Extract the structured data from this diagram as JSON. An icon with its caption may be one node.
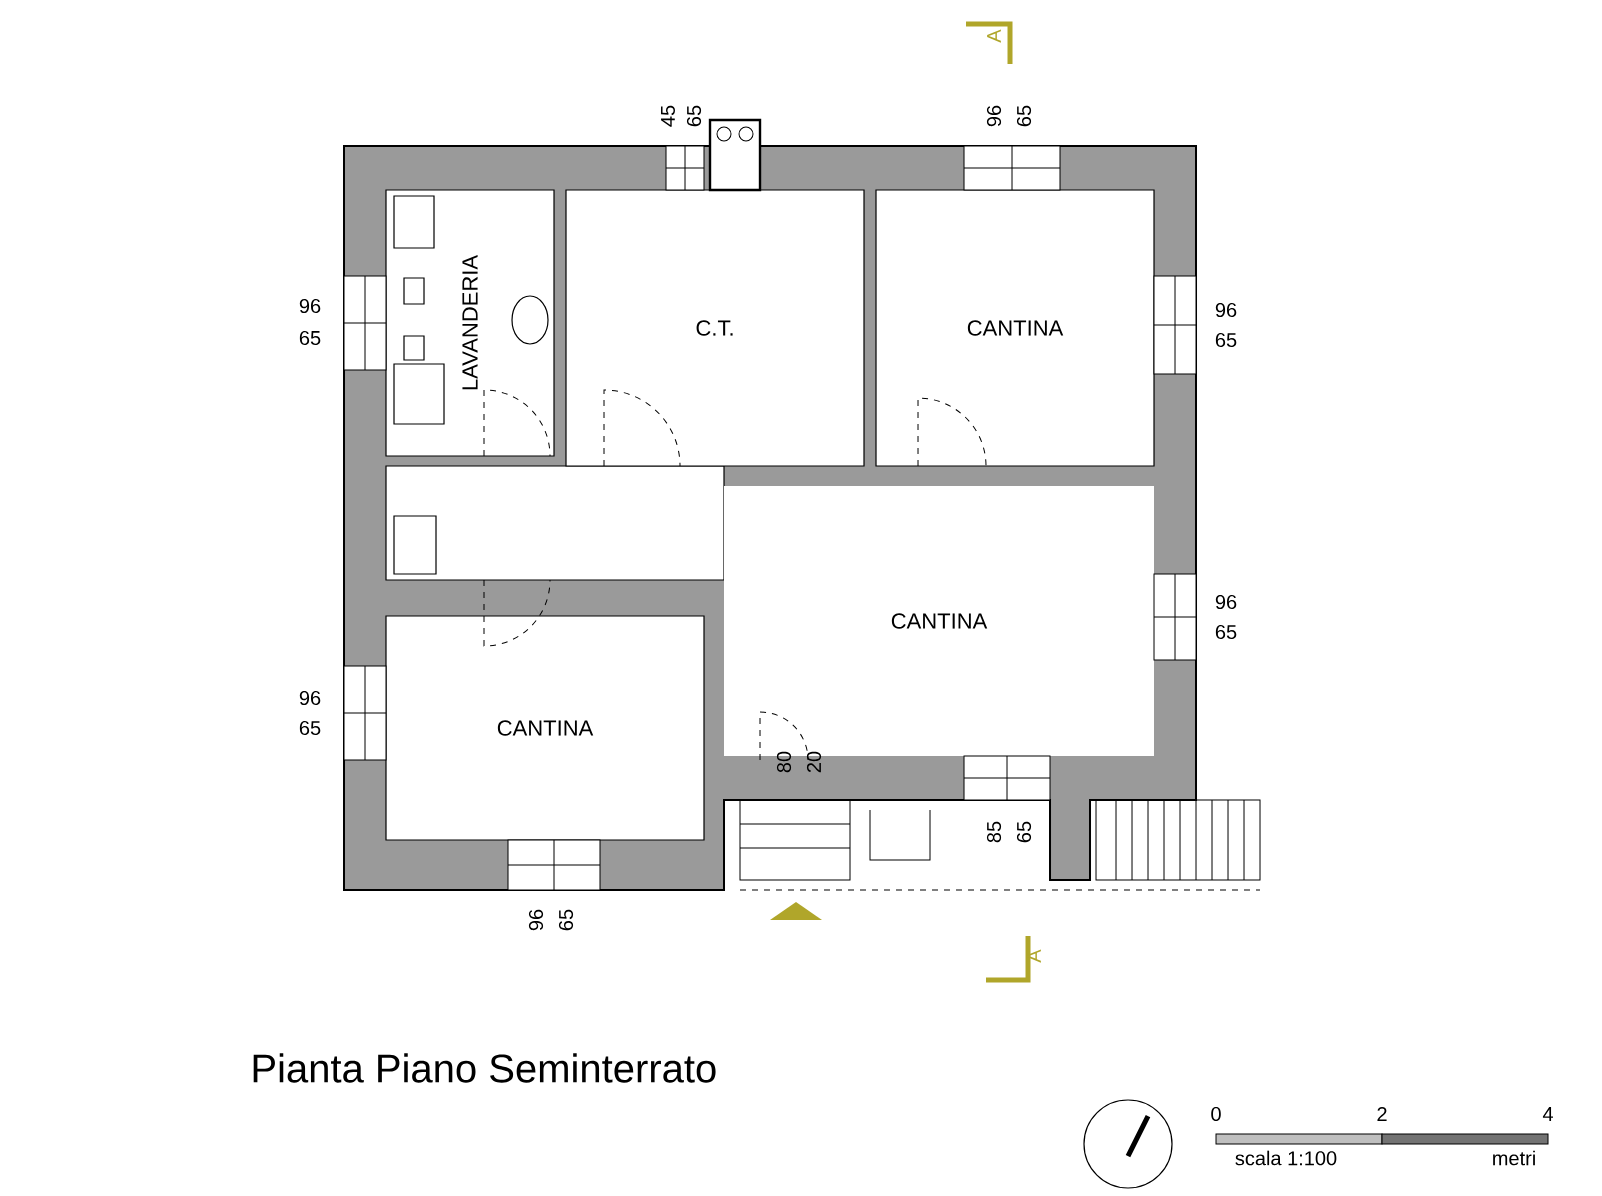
{
  "diagram": {
    "title": "Pianta Piano Seminterrato",
    "nodes": [
      {
        "text": [
          "LAVANDERIA"
        ]
      },
      {
        "text": [
          "C.T."
        ]
      },
      {
        "text": [
          "CANTINA"
        ]
      },
      {
        "text": [
          "CANTINA"
        ]
      },
      {
        "text": [
          "CANTINA"
        ]
      }
    ],
    "labels": [
      "A",
      "45",
      "65",
      "96",
      "65",
      "96",
      "65",
      "96",
      "65",
      "96",
      "65",
      "96",
      "65",
      "80",
      "20",
      "85",
      "65",
      "96",
      "65",
      "A",
      "0",
      "2",
      "4",
      "scala 1:100",
      "metri"
    ]
  }
}
